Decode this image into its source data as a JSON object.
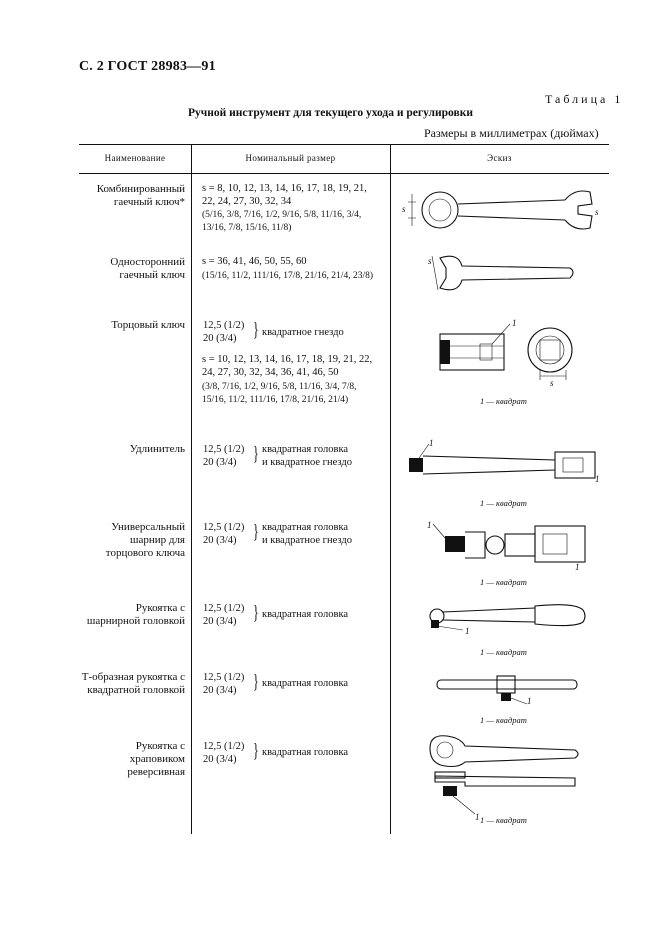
{
  "header": {
    "page_ref": "С. 2 ГОСТ 28983—91",
    "table_label": "Таблица 1",
    "caption": "Ручной инструмент для текущего ухода и регулировки",
    "units": "Размеры в миллиметрах (дюймах)"
  },
  "columns": {
    "name": "Наименование",
    "nominal": "Номинальный размер",
    "sketch": "Эскиз"
  },
  "rows": [
    {
      "name": "Комбинированный гаечный ключ*",
      "nominal": "s = 8, 10, 12, 13, 14, 16, 17, 18, 19, 21, 22, 24, 27, 30, 32, 34",
      "inch": "(5/16, 3/8, 7/16, 1/2, 9/16, 5/8, 11/16, 3/4, 13/16, 7/8, 15/16, 11/8)"
    },
    {
      "name": "Односторонний гаечный ключ",
      "nominal": "s = 36, 41, 46, 50, 55, 60",
      "inch": "(15/16, 11/2, 111/16, 17/8, 21/16, 21/4, 23/8)"
    },
    {
      "name": "Торцовый ключ",
      "size1": "12,5 (1/2)",
      "size2": "20 (3/4)",
      "label": "квадратное гнездо",
      "nominal": "s = 10, 12, 13, 14, 16, 17, 18, 19, 21, 22, 24, 27, 30, 32, 34, 36, 41, 46, 50",
      "inch": "(3/8, 7/16, 1/2, 9/16, 5/8, 11/16, 3/4, 7/8, 15/16, 11/2, 111/16, 17/8, 21/16, 21/4)",
      "caption": "1 — квадрат"
    },
    {
      "name": "Удлинитель",
      "size1": "12,5 (1/2)",
      "size2": "20 (3/4)",
      "label1": "квадратная головка",
      "label2": "и квадратное гнездо",
      "caption": "1 — квадрат"
    },
    {
      "name": "Универсальный шарнир для торцового ключа",
      "size1": "12,5 (1/2)",
      "size2": "20 (3/4)",
      "label1": "квадратная головка",
      "label2": "и квадратное гнездо",
      "caption": "1 — квадрат"
    },
    {
      "name": "Рукоятка с шарнирной головкой",
      "size1": "12,5 (1/2)",
      "size2": "20 (3/4)",
      "label": "квадратная головка",
      "caption": "1 — квадрат"
    },
    {
      "name": "Т-образная рукоятка с квадратной головкой",
      "size1": "12,5 (1/2)",
      "size2": "20 (3/4)",
      "label": "квадратная головка",
      "caption": "1 — квадрат"
    },
    {
      "name": "Рукоятка с храповиком реверсивная",
      "size1": "12,5 (1/2)",
      "size2": "20 (3/4)",
      "label": "квадратная головка",
      "caption": "1 — квадрат"
    }
  ]
}
